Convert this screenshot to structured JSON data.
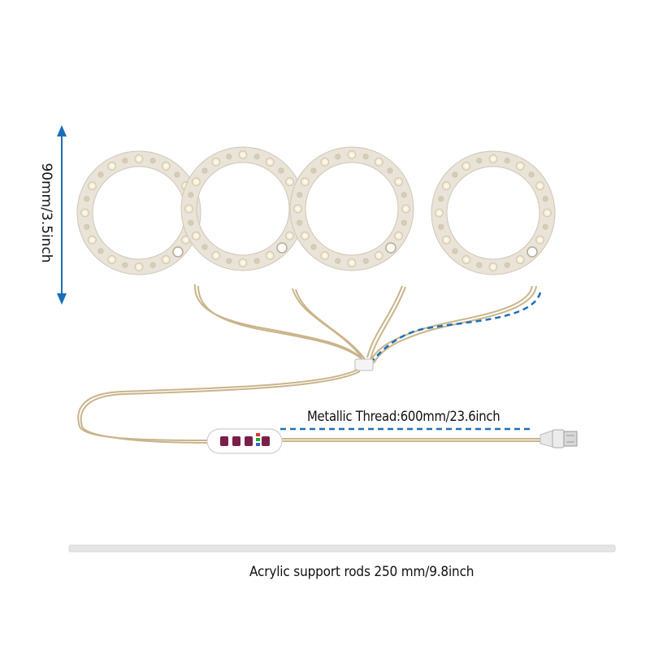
{
  "dimension_height": "90mm/3.5inch",
  "thread_label": "Metallic Thread:600mm/23.6inch",
  "rods_label": "Acrylic support rods 250 mm/9.8inch",
  "product": {
    "ring_count": 4,
    "controller_buttons": 4
  },
  "colors": {
    "dimension_arrow": "#1b6fb8",
    "dashed_line": "#1b6fb8",
    "cable": "#c9b48a",
    "ring": "#e9e3d8",
    "led": "#f7f0de",
    "controller_button": "#7a1f4a",
    "rod": "#e6e6e6"
  }
}
